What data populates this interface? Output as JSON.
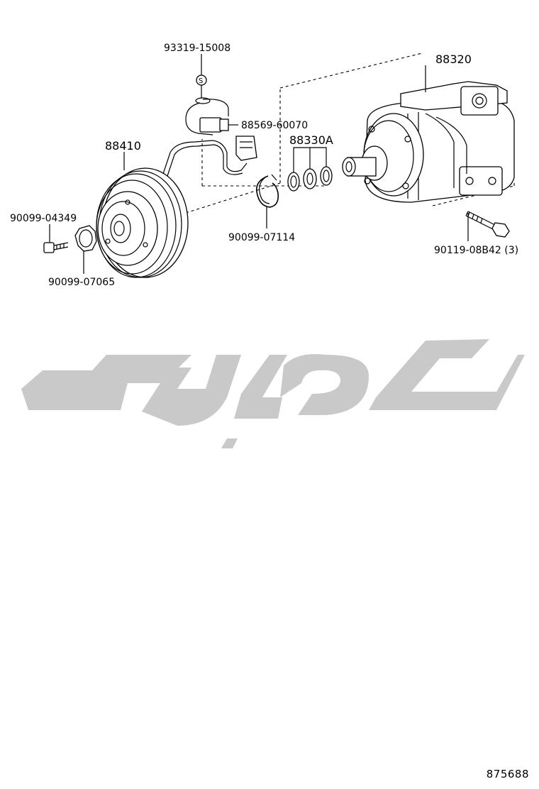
{
  "diagram": {
    "parts": [
      {
        "id": "p1",
        "number": "93319-15008"
      },
      {
        "id": "p2",
        "number": "88569-60070"
      },
      {
        "id": "p3",
        "number": "88320"
      },
      {
        "id": "p4",
        "number": "88410"
      },
      {
        "id": "p5",
        "number": "88330A"
      },
      {
        "id": "p6",
        "number": "90099-04349"
      },
      {
        "id": "p7",
        "number": "90099-07114"
      },
      {
        "id": "p8",
        "number": "90119-08B42 (3)"
      },
      {
        "id": "p9",
        "number": "90099-07065"
      }
    ],
    "diagram_id": "875688",
    "colors": {
      "line": "#000000",
      "watermark": "#c9c9c9",
      "background": "#ffffff"
    }
  }
}
